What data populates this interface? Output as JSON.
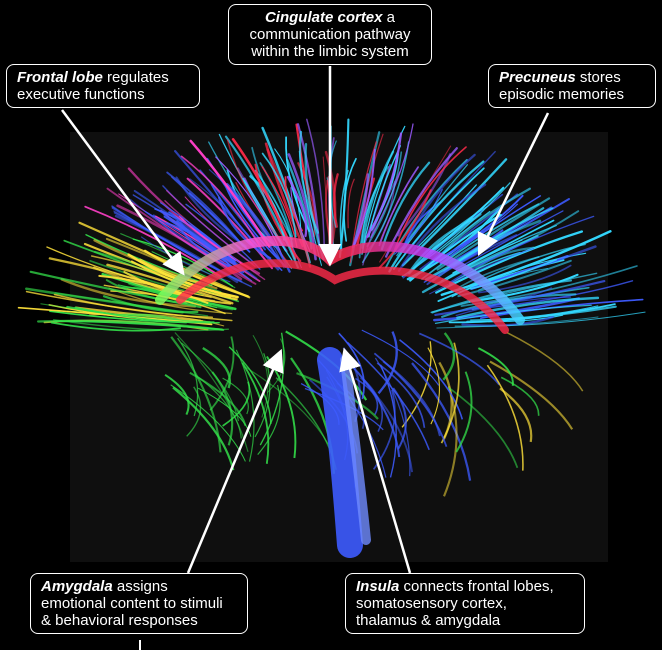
{
  "labels": {
    "cingulate": {
      "term": "Cingulate cortex",
      "line1_rest": " a",
      "line2": "communication pathway",
      "line3": "within the limbic system"
    },
    "frontal": {
      "term": "Frontal lobe",
      "line1_rest": " regulates",
      "line2": "executive functions"
    },
    "precuneus": {
      "term": "Precuneus",
      "line1_rest": " stores",
      "line2": "episodic memories"
    },
    "amygdala": {
      "term": "Amygdala",
      "line1_rest": " assigns",
      "line2": "emotional content to stimuli",
      "line3": "&  behavioral responses"
    },
    "insula": {
      "term": "Insula",
      "line1_rest": " connects frontal lobes,",
      "line2": "somatosensory cortex,",
      "line3": "thalamus & amygdala"
    }
  },
  "image": {
    "subject": "brain-tractography-fibers",
    "colors": {
      "background": "#000000",
      "panel": "#101010",
      "label_border": "#ffffff",
      "fiber_red": "#ff2a4a",
      "fiber_magenta": "#ff3fc8",
      "fiber_blue": "#3d5bff",
      "fiber_cyan": "#33d8ff",
      "fiber_green": "#33e04a",
      "fiber_yellow": "#ffe23a"
    }
  }
}
